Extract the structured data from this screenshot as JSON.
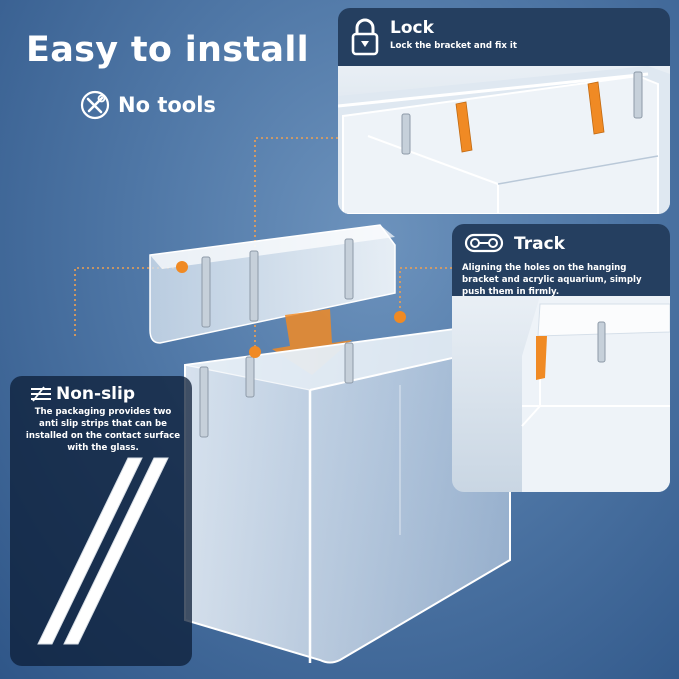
{
  "headline": "Easy to install",
  "no_tools": {
    "label": "No tools",
    "icon": "no-tools-icon"
  },
  "lock": {
    "title": "Lock",
    "desc": "Lock the bracket and fix it",
    "icon": "padlock-icon"
  },
  "track": {
    "title": "Track",
    "desc": "Aligning the holes on the hanging bracket and acrylic aquarium, simply push them in firmly.",
    "icon": "track-icon"
  },
  "nonslip": {
    "title": "Non-slip",
    "desc": "The packaging provides two anti slip strips that can be installed on the contact surface with the glass.",
    "icon": "non-slip-icon"
  },
  "colors": {
    "accent": "#f08a24",
    "panel_header": "#253f60",
    "background": "#4f77a6"
  }
}
